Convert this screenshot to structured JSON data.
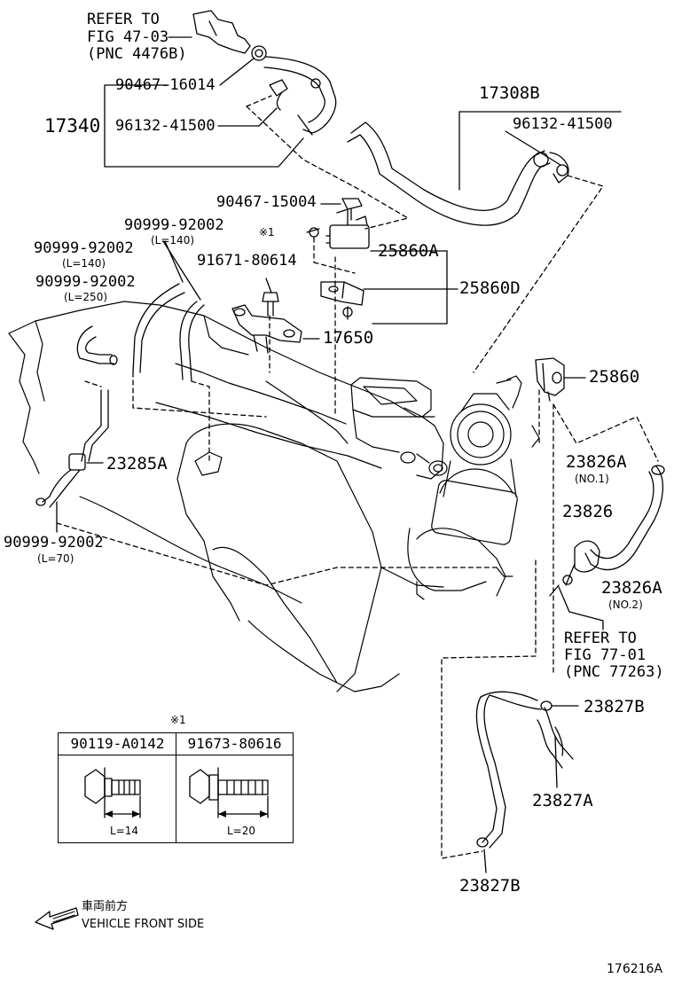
{
  "refs": {
    "fig4703": [
      "REFER TO",
      "FIG 47-03",
      "(PNC 4476B)"
    ],
    "fig7701": [
      "REFER TO",
      "FIG 77-01",
      "(PNC 77263)"
    ]
  },
  "parts": {
    "p90467_16014": "90467-16014",
    "p17340": "17340",
    "p96132_41500_a": "96132-41500",
    "p17308b": "17308B",
    "p96132_41500_b": "96132-41500",
    "p90467_15004": "90467-15004",
    "note_mark": "※1",
    "p90999_92002_a": "90999-92002",
    "len_140_a": "(L=140)",
    "p90999_92002_b": "90999-92002",
    "len_140_b": "(L=140)",
    "p25860a": "25860A",
    "p91671_80614": "91671-80614",
    "p90999_92002_c": "90999-92002",
    "len_250": "(L=250)",
    "p25860d": "25860D",
    "p17650": "17650",
    "p25860": "25860",
    "p23285a": "23285A",
    "p23826a_1": "23826A",
    "no1": "(NO.1)",
    "p23826": "23826",
    "p90999_92002_d": "90999-92002",
    "len_70": "(L=70)",
    "p23826a_2": "23826A",
    "no2": "(NO.2)",
    "p23827b_a": "23827B",
    "p23827a": "23827A",
    "p23827b_b": "23827B"
  },
  "table": {
    "note": "※1",
    "col1": "90119-A0142",
    "col2": "91673-80616",
    "len1": "L=14",
    "len2": "L=20"
  },
  "footer": {
    "front_jp": "車両前方",
    "front_en": "VEHICLE FRONT SIDE",
    "figure_id": "176216A"
  }
}
